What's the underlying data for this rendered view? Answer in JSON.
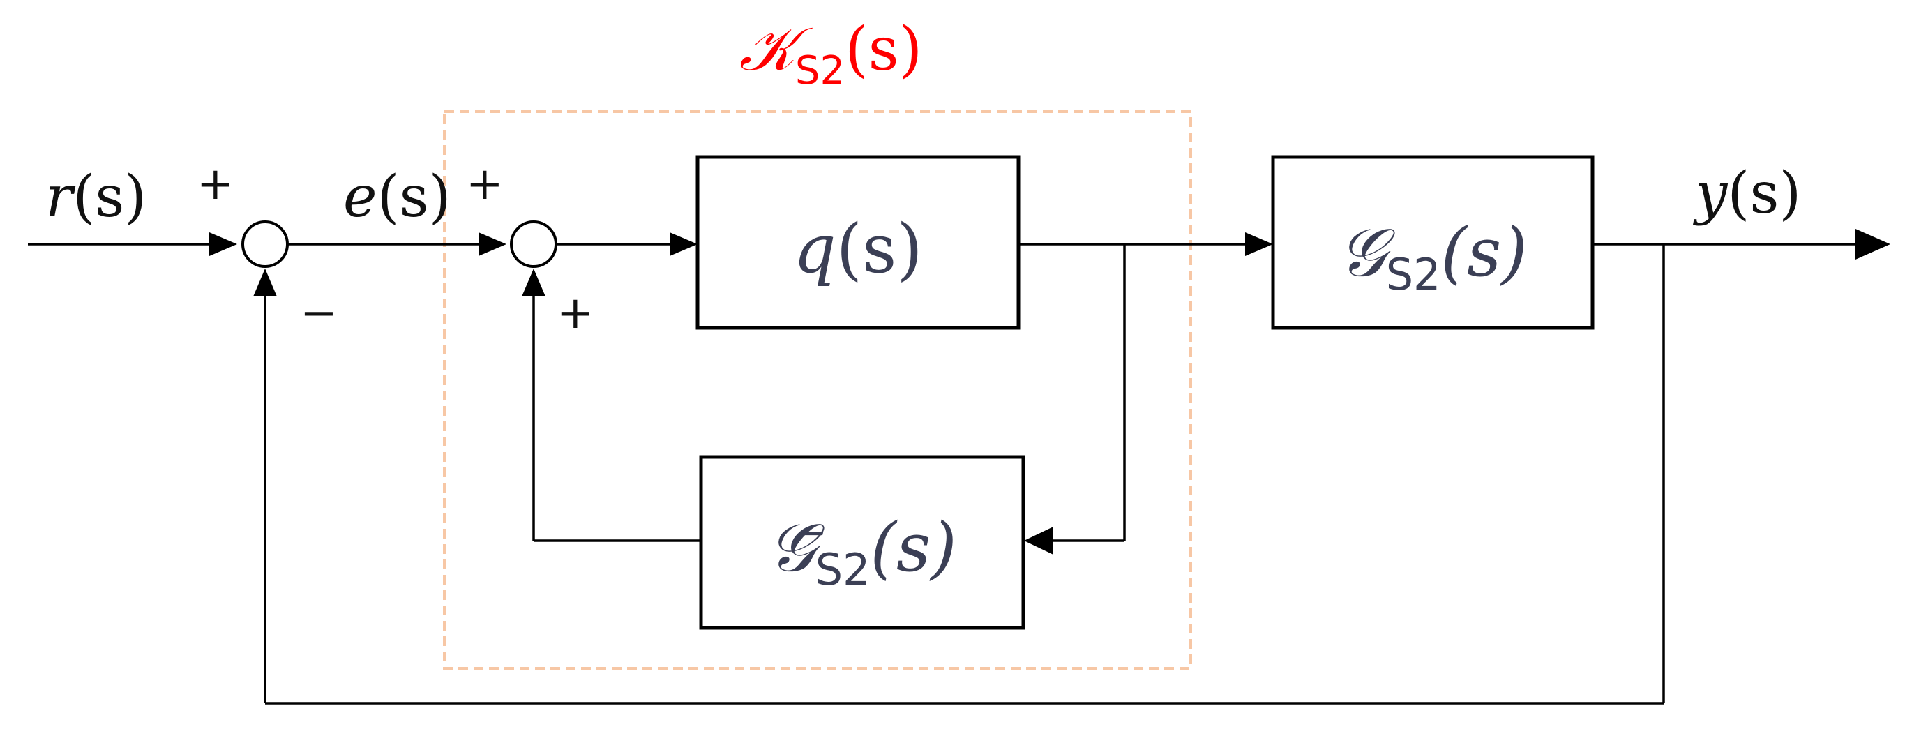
{
  "diagram": {
    "controller_label": {
      "symbol": "𝒦",
      "subscript": "S2",
      "arg": "(s)"
    },
    "signals": {
      "r": {
        "symbol": "r",
        "arg": "(s)"
      },
      "e": {
        "symbol": "e",
        "arg": "(s)"
      },
      "y": {
        "symbol": "y",
        "arg": "(s)"
      }
    },
    "signs": {
      "sum1_top": "+",
      "sum1_bottom": "−",
      "sum2_top": "+",
      "sum2_bottom": "+"
    },
    "blocks": {
      "q": {
        "symbol": "q",
        "arg": "(s)"
      },
      "g_plant": {
        "symbol": "𝒢",
        "subscript": "S2",
        "arg": "(s)"
      },
      "g_model": {
        "symbol": "𝒢̄",
        "subscript": "S2",
        "arg": "(s)"
      }
    },
    "colors": {
      "controller_box": "#f7c7a5",
      "controller_label": "#ff0000",
      "block_text": "#3b3f55"
    }
  }
}
